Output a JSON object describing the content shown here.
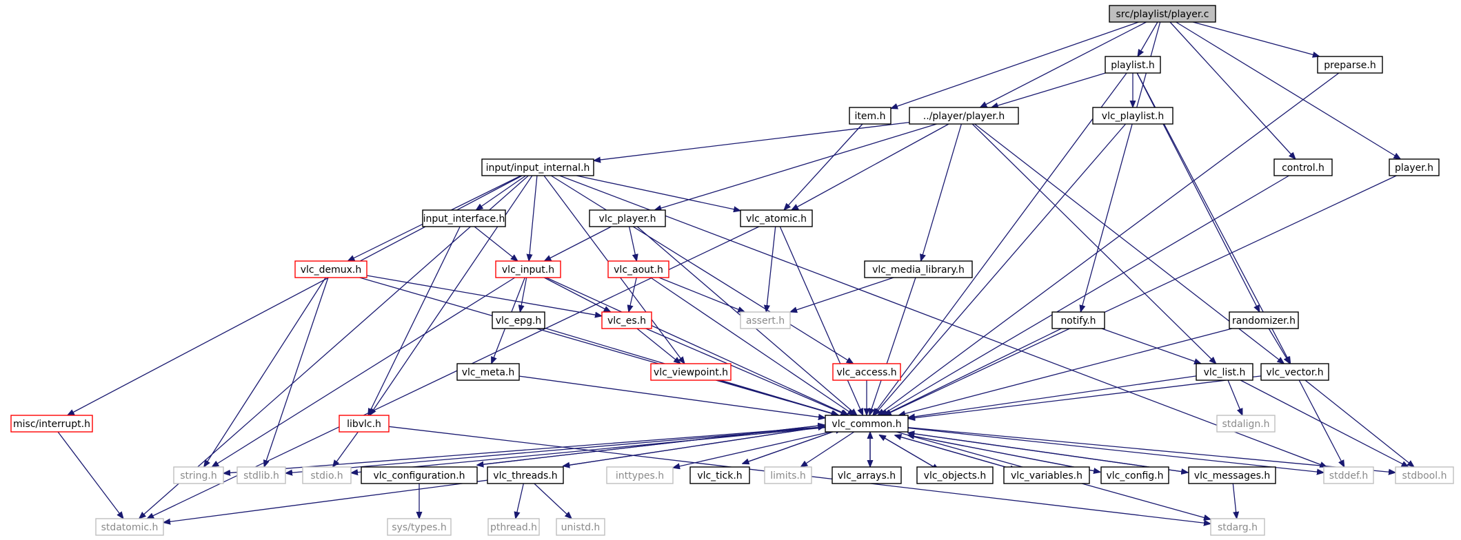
{
  "colors": {
    "edge": "#191970",
    "root_fill": "#bfbfbf",
    "normal_border": "#000000",
    "missing_border": "#ff0000",
    "system_border": "#bfbfbf",
    "system_text": "#8a8a8a"
  },
  "nodes": [
    {
      "id": "root",
      "label": "src/playlist/player.c",
      "kind": "root"
    },
    {
      "id": "playlist_h",
      "label": "playlist.h",
      "kind": "normal"
    },
    {
      "id": "preparse_h",
      "label": "preparse.h",
      "kind": "normal"
    },
    {
      "id": "item_h",
      "label": "item.h",
      "kind": "normal"
    },
    {
      "id": "player_player_h",
      "label": "../player/player.h",
      "kind": "normal"
    },
    {
      "id": "vlc_playlist_h",
      "label": "vlc_playlist.h",
      "kind": "normal"
    },
    {
      "id": "control_h",
      "label": "control.h",
      "kind": "normal"
    },
    {
      "id": "player_h",
      "label": "player.h",
      "kind": "normal"
    },
    {
      "id": "input_internal_h",
      "label": "input/input_internal.h",
      "kind": "normal"
    },
    {
      "id": "input_interface_h",
      "label": "input_interface.h",
      "kind": "normal"
    },
    {
      "id": "vlc_player_h",
      "label": "vlc_player.h",
      "kind": "normal"
    },
    {
      "id": "vlc_atomic_h",
      "label": "vlc_atomic.h",
      "kind": "normal"
    },
    {
      "id": "vlc_demux_h",
      "label": "vlc_demux.h",
      "kind": "red"
    },
    {
      "id": "vlc_input_h",
      "label": "vlc_input.h",
      "kind": "red"
    },
    {
      "id": "vlc_aout_h",
      "label": "vlc_aout.h",
      "kind": "red"
    },
    {
      "id": "vlc_media_library_h",
      "label": "vlc_media_library.h",
      "kind": "normal"
    },
    {
      "id": "vlc_epg_h",
      "label": "vlc_epg.h",
      "kind": "normal"
    },
    {
      "id": "vlc_es_h",
      "label": "vlc_es.h",
      "kind": "red"
    },
    {
      "id": "assert_h",
      "label": "assert.h",
      "kind": "sys"
    },
    {
      "id": "notify_h",
      "label": "notify.h",
      "kind": "normal"
    },
    {
      "id": "randomizer_h",
      "label": "randomizer.h",
      "kind": "normal"
    },
    {
      "id": "vlc_meta_h",
      "label": "vlc_meta.h",
      "kind": "normal"
    },
    {
      "id": "vlc_viewpoint_h",
      "label": "vlc_viewpoint.h",
      "kind": "red"
    },
    {
      "id": "vlc_access_h",
      "label": "vlc_access.h",
      "kind": "red"
    },
    {
      "id": "vlc_list_h",
      "label": "vlc_list.h",
      "kind": "normal"
    },
    {
      "id": "vlc_vector_h",
      "label": "vlc_vector.h",
      "kind": "normal"
    },
    {
      "id": "misc_interrupt_h",
      "label": "misc/interrupt.h",
      "kind": "red"
    },
    {
      "id": "libvlc_h",
      "label": "libvlc.h",
      "kind": "red"
    },
    {
      "id": "vlc_common_h",
      "label": "vlc_common.h",
      "kind": "normal"
    },
    {
      "id": "stdalign_h",
      "label": "stdalign.h",
      "kind": "sys"
    },
    {
      "id": "string_h",
      "label": "string.h",
      "kind": "sys"
    },
    {
      "id": "stdlib_h",
      "label": "stdlib.h",
      "kind": "sys"
    },
    {
      "id": "stdio_h",
      "label": "stdio.h",
      "kind": "sys"
    },
    {
      "id": "vlc_configuration_h",
      "label": "vlc_configuration.h",
      "kind": "normal"
    },
    {
      "id": "vlc_threads_h",
      "label": "vlc_threads.h",
      "kind": "normal"
    },
    {
      "id": "inttypes_h",
      "label": "inttypes.h",
      "kind": "sys"
    },
    {
      "id": "vlc_tick_h",
      "label": "vlc_tick.h",
      "kind": "normal"
    },
    {
      "id": "limits_h",
      "label": "limits.h",
      "kind": "sys"
    },
    {
      "id": "vlc_arrays_h",
      "label": "vlc_arrays.h",
      "kind": "normal"
    },
    {
      "id": "vlc_objects_h",
      "label": "vlc_objects.h",
      "kind": "normal"
    },
    {
      "id": "vlc_variables_h",
      "label": "vlc_variables.h",
      "kind": "normal"
    },
    {
      "id": "vlc_config_h",
      "label": "vlc_config.h",
      "kind": "normal"
    },
    {
      "id": "vlc_messages_h",
      "label": "vlc_messages.h",
      "kind": "normal"
    },
    {
      "id": "stddef_h",
      "label": "stddef.h",
      "kind": "sys"
    },
    {
      "id": "stdbool_h",
      "label": "stdbool.h",
      "kind": "sys"
    },
    {
      "id": "stdatomic_h",
      "label": "stdatomic.h",
      "kind": "sys"
    },
    {
      "id": "sys_types_h",
      "label": "sys/types.h",
      "kind": "sys"
    },
    {
      "id": "pthread_h",
      "label": "pthread.h",
      "kind": "sys"
    },
    {
      "id": "unistd_h",
      "label": "unistd.h",
      "kind": "sys"
    },
    {
      "id": "stdarg_h",
      "label": "stdarg.h",
      "kind": "sys"
    }
  ],
  "edges": [
    [
      "root",
      "playlist_h"
    ],
    [
      "root",
      "preparse_h"
    ],
    [
      "root",
      "item_h"
    ],
    [
      "root",
      "player_player_h"
    ],
    [
      "root",
      "control_h"
    ],
    [
      "root",
      "player_h"
    ],
    [
      "root",
      "notify_h"
    ],
    [
      "playlist_h",
      "player_player_h"
    ],
    [
      "playlist_h",
      "vlc_playlist_h"
    ],
    [
      "playlist_h",
      "randomizer_h"
    ],
    [
      "playlist_h",
      "vlc_vector_h"
    ],
    [
      "playlist_h",
      "vlc_common_h"
    ],
    [
      "preparse_h",
      "vlc_common_h"
    ],
    [
      "item_h",
      "vlc_atomic_h"
    ],
    [
      "player_player_h",
      "input_internal_h"
    ],
    [
      "player_player_h",
      "vlc_player_h"
    ],
    [
      "player_player_h",
      "vlc_atomic_h"
    ],
    [
      "player_player_h",
      "vlc_media_library_h"
    ],
    [
      "player_player_h",
      "vlc_list_h"
    ],
    [
      "player_player_h",
      "vlc_vector_h"
    ],
    [
      "vlc_playlist_h",
      "vlc_common_h"
    ],
    [
      "control_h",
      "vlc_common_h"
    ],
    [
      "player_h",
      "vlc_common_h"
    ],
    [
      "input_internal_h",
      "misc_interrupt_h"
    ],
    [
      "input_internal_h",
      "stdatomic_h"
    ],
    [
      "input_internal_h",
      "libvlc_h"
    ],
    [
      "input_internal_h",
      "vlc_demux_h"
    ],
    [
      "input_internal_h",
      "input_interface_h"
    ],
    [
      "input_internal_h",
      "vlc_input_h"
    ],
    [
      "input_internal_h",
      "vlc_viewpoint_h"
    ],
    [
      "input_internal_h",
      "vlc_atomic_h"
    ],
    [
      "input_internal_h",
      "vlc_access_h"
    ],
    [
      "input_internal_h",
      "stddef_h"
    ],
    [
      "input_interface_h",
      "vlc_input_h"
    ],
    [
      "input_interface_h",
      "libvlc_h"
    ],
    [
      "vlc_player_h",
      "vlc_input_h"
    ],
    [
      "vlc_player_h",
      "vlc_aout_h"
    ],
    [
      "vlc_player_h",
      "vlc_common_h"
    ],
    [
      "vlc_atomic_h",
      "assert_h"
    ],
    [
      "vlc_atomic_h",
      "vlc_common_h"
    ],
    [
      "vlc_atomic_h",
      "stdatomic_h"
    ],
    [
      "vlc_demux_h",
      "vlc_es_h"
    ],
    [
      "vlc_demux_h",
      "string_h"
    ],
    [
      "vlc_demux_h",
      "stdlib_h"
    ],
    [
      "vlc_demux_h",
      "vlc_common_h"
    ],
    [
      "vlc_input_h",
      "vlc_epg_h"
    ],
    [
      "vlc_input_h",
      "vlc_es_h"
    ],
    [
      "vlc_input_h",
      "vlc_meta_h"
    ],
    [
      "vlc_input_h",
      "string_h"
    ],
    [
      "vlc_input_h",
      "vlc_common_h"
    ],
    [
      "vlc_aout_h",
      "vlc_es_h"
    ],
    [
      "vlc_aout_h",
      "assert_h"
    ],
    [
      "vlc_aout_h",
      "vlc_common_h"
    ],
    [
      "vlc_media_library_h",
      "assert_h"
    ],
    [
      "vlc_media_library_h",
      "vlc_common_h"
    ],
    [
      "vlc_epg_h",
      "vlc_common_h"
    ],
    [
      "vlc_es_h",
      "vlc_viewpoint_h"
    ],
    [
      "vlc_es_h",
      "vlc_common_h"
    ],
    [
      "notify_h",
      "vlc_list_h"
    ],
    [
      "notify_h",
      "vlc_common_h"
    ],
    [
      "randomizer_h",
      "vlc_vector_h"
    ],
    [
      "randomizer_h",
      "vlc_common_h"
    ],
    [
      "vlc_meta_h",
      "vlc_common_h"
    ],
    [
      "vlc_viewpoint_h",
      "vlc_common_h"
    ],
    [
      "vlc_access_h",
      "vlc_common_h"
    ],
    [
      "vlc_list_h",
      "stdalign_h"
    ],
    [
      "vlc_list_h",
      "stdbool_h"
    ],
    [
      "vlc_list_h",
      "vlc_common_h"
    ],
    [
      "vlc_vector_h",
      "stddef_h"
    ],
    [
      "vlc_vector_h",
      "stdbool_h"
    ],
    [
      "vlc_vector_h",
      "vlc_common_h"
    ],
    [
      "misc_interrupt_h",
      "stdatomic_h"
    ],
    [
      "libvlc_h",
      "stdio_h"
    ],
    [
      "libvlc_h",
      "stdarg_h"
    ],
    [
      "vlc_common_h",
      "string_h"
    ],
    [
      "vlc_common_h",
      "stdlib_h"
    ],
    [
      "vlc_common_h",
      "stdio_h"
    ],
    [
      "vlc_common_h",
      "vlc_configuration_h"
    ],
    [
      "vlc_common_h",
      "vlc_threads_h"
    ],
    [
      "vlc_common_h",
      "inttypes_h"
    ],
    [
      "vlc_common_h",
      "vlc_tick_h"
    ],
    [
      "vlc_common_h",
      "limits_h"
    ],
    [
      "vlc_common_h",
      "vlc_arrays_h"
    ],
    [
      "vlc_common_h",
      "vlc_objects_h"
    ],
    [
      "vlc_common_h",
      "vlc_variables_h"
    ],
    [
      "vlc_common_h",
      "vlc_config_h"
    ],
    [
      "vlc_common_h",
      "vlc_messages_h"
    ],
    [
      "vlc_common_h",
      "stddef_h"
    ],
    [
      "vlc_common_h",
      "stdbool_h"
    ],
    [
      "vlc_common_h",
      "stdarg_h"
    ],
    [
      "vlc_configuration_h",
      "vlc_common_h"
    ],
    [
      "vlc_configuration_h",
      "sys_types_h"
    ],
    [
      "vlc_threads_h",
      "vlc_common_h"
    ],
    [
      "vlc_threads_h",
      "stdatomic_h"
    ],
    [
      "vlc_threads_h",
      "pthread_h"
    ],
    [
      "vlc_threads_h",
      "unistd_h"
    ],
    [
      "vlc_tick_h",
      "vlc_common_h"
    ],
    [
      "vlc_arrays_h",
      "vlc_common_h"
    ],
    [
      "vlc_objects_h",
      "vlc_common_h"
    ],
    [
      "vlc_variables_h",
      "vlc_common_h"
    ],
    [
      "vlc_config_h",
      "vlc_common_h"
    ],
    [
      "vlc_messages_h",
      "vlc_common_h"
    ],
    [
      "vlc_messages_h",
      "stdarg_h"
    ]
  ]
}
